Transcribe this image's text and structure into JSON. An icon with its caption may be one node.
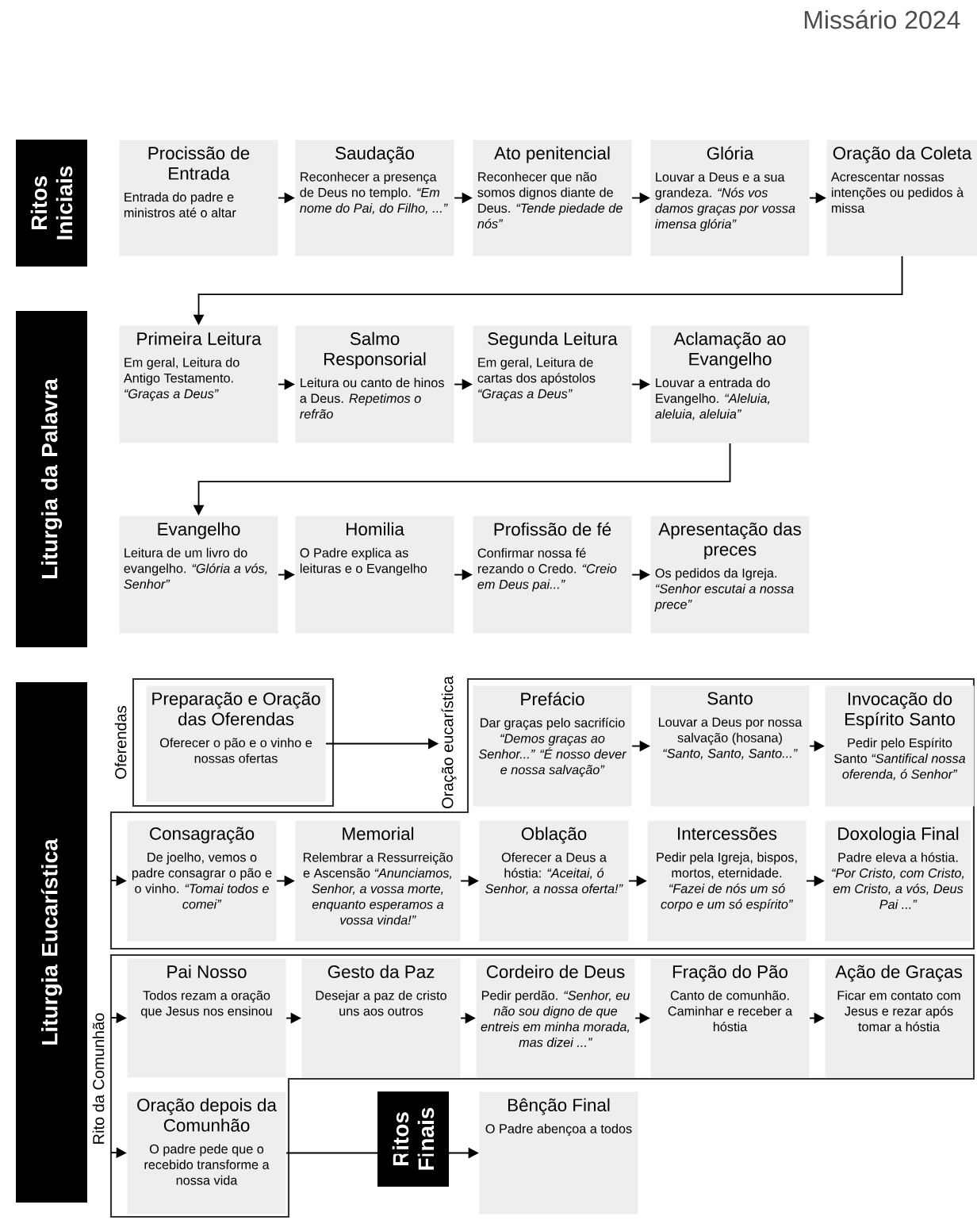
{
  "diagram": {
    "title": "Missário 2024",
    "nodes": [
      {
        "text": [
          "Ritos Iniciais"
        ]
      },
      {
        "text": [
          "Procissão de Entrada",
          "Entrada do padre e ministros até o altar"
        ]
      },
      {
        "text": [
          "Saudação",
          "Reconhecer a presença de Deus no templo. *“Em nome do Pai, do Filho, ...”*"
        ]
      },
      {
        "text": [
          "Ato penitencial",
          "Reconhecer que não somos dignos diante de Deus. *“Tende piedade de nós”*"
        ]
      },
      {
        "text": [
          "Glória",
          "Louvar a Deus e a sua grandeza. *“Nós vos damos graças por vossa imensa glória”*"
        ]
      },
      {
        "text": [
          "Oração da Coleta",
          "Acrescentar nossas intenções ou pedidos à missa"
        ]
      },
      {
        "text": [
          "Liturgia da Palavra"
        ]
      },
      {
        "text": [
          "Primeira Leitura",
          "Em geral, Leitura do Antigo Testamento. *“Graças a Deus”*"
        ]
      },
      {
        "text": [
          "Salmo Responsorial",
          "Leitura ou canto de hinos a Deus. *Repetimos o refrão*"
        ]
      },
      {
        "text": [
          "Segunda Leitura",
          "Em geral, Leitura de cartas dos apóstolos *“Graças a Deus”*"
        ]
      },
      {
        "text": [
          "Aclamação ao Evangelho",
          "Louvar a entrada do Evangelho. *“Aleluia, aleluia, aleluia”*"
        ]
      },
      {
        "text": [
          "Evangelho",
          "Leitura de um livro do evangelho. *“Glória a vós, Senhor”*"
        ]
      },
      {
        "text": [
          "Homilia",
          "O Padre explica as leituras e o Evangelho"
        ]
      },
      {
        "text": [
          "Profissão de fé",
          "Confirmar nossa fé rezando o Credo. *“Creio em Deus pai...”*"
        ]
      },
      {
        "text": [
          "Apresentação das preces",
          "Os pedidos da Igreja. *“Senhor escutai a nossa prece”*"
        ]
      },
      {
        "text": [
          "Liturgia Eucarística"
        ]
      },
      {
        "text": [
          "Oferendas"
        ]
      },
      {
        "text": [
          "Preparação e Oração das Oferendas",
          "Oferecer o pão e o vinho e nossas ofertas"
        ],
        "in": 16
      },
      {
        "text": [
          "Oração eucarística"
        ]
      },
      {
        "text": [
          "Prefácio",
          "Dar graças pelo sacrifício *“Demos graças ao Senhor...” “É nosso dever e nossa salvação”*"
        ],
        "in": 18
      },
      {
        "text": [
          "Santo",
          "Louvar a Deus por nossa salvação (hosana) *“Santo, Santo, Santo...”*"
        ],
        "in": 18
      },
      {
        "text": [
          "Invocação do Espírito Santo",
          "Pedir pelo Espírito Santo *“Santifical nossa oferenda, ó Senhor”*"
        ],
        "in": 18
      },
      {
        "text": [
          "Consagração",
          "De joelho, vemos o padre consagrar o pão e o vinho. *“Tomai todos e comei”*"
        ],
        "in": 18
      },
      {
        "text": [
          "Memorial",
          "Relembrar a Ressurreição e Ascensão *“Anunciamos, Senhor, a vossa morte, enquanto esperamos a vossa vinda!”*"
        ],
        "in": 18
      },
      {
        "text": [
          "Oblação",
          "Oferecer a Deus a hóstia: *“Aceitai, ó Senhor, a nossa oferta!”*"
        ],
        "in": 18
      },
      {
        "text": [
          "Intercessões",
          "Pedir pela Igreja, bispos, mortos, eternidade. *“Fazei de nós um só corpo e um só espírito”*"
        ],
        "in": 18
      },
      {
        "text": [
          "Doxologia Final",
          "Padre eleva a hóstia. *“Por Cristo, com Cristo, em Cristo, a vós, Deus Pai ...”*"
        ],
        "in": 18
      },
      {
        "text": [
          "Rito da Comunhão"
        ]
      },
      {
        "text": [
          "Pai Nosso",
          "Todos rezam a oração que Jesus nos ensinou"
        ],
        "in": 27
      },
      {
        "text": [
          "Gesto da Paz",
          "Desejar a paz de cristo uns aos outros"
        ],
        "in": 27
      },
      {
        "text": [
          "Cordeiro de Deus",
          "Pedir perdão. *“Senhor, eu não sou digno de que entreis em minha morada, mas dizei ...”*"
        ],
        "in": 27
      },
      {
        "text": [
          "Fração do Pão",
          "Canto de comunhão. Caminhar e receber a hóstia"
        ],
        "in": 27
      },
      {
        "text": [
          "Ação de Graças",
          "Ficar em contato com Jesus e rezar após tomar a hóstia"
        ],
        "in": 27
      },
      {
        "text": [
          "Oração depois da Comunhão",
          "O padre pede que o recebido transforme a nossa vida"
        ],
        "in": 27
      },
      {
        "text": [
          "Ritos Finais"
        ]
      },
      {
        "text": [
          "Bênção Final",
          "O Padre abençoa a todos"
        ]
      }
    ],
    "edges": [
      {
        "from": 1,
        "to": 2,
        "arrow": "to"
      },
      {
        "from": 2,
        "to": 3,
        "arrow": "to"
      },
      {
        "from": 3,
        "to": 4,
        "arrow": "to"
      },
      {
        "from": 4,
        "to": 5,
        "arrow": "to"
      },
      {
        "from": 5,
        "to": 7,
        "arrow": "to"
      },
      {
        "from": 7,
        "to": 8,
        "arrow": "to"
      },
      {
        "from": 8,
        "to": 9,
        "arrow": "to"
      },
      {
        "from": 9,
        "to": 10,
        "arrow": "to"
      },
      {
        "from": 10,
        "to": 11,
        "arrow": "to"
      },
      {
        "from": 11,
        "to": 12,
        "arrow": "to"
      },
      {
        "from": 12,
        "to": 13,
        "arrow": "to"
      },
      {
        "from": 13,
        "to": 14,
        "arrow": "to"
      },
      {
        "from": 17,
        "to": 18,
        "arrow": "to"
      },
      {
        "from": 19,
        "to": 20,
        "arrow": "to"
      },
      {
        "from": 20,
        "to": 21,
        "arrow": "to"
      },
      {
        "from": null,
        "to": 22,
        "arrow": "to"
      },
      {
        "from": 22,
        "to": 23,
        "arrow": "to"
      },
      {
        "from": 23,
        "to": 24,
        "arrow": "to"
      },
      {
        "from": 24,
        "to": 25,
        "arrow": "to"
      },
      {
        "from": 25,
        "to": 26,
        "arrow": "to"
      },
      {
        "from": null,
        "to": 28,
        "arrow": "to"
      },
      {
        "from": 28,
        "to": 29,
        "arrow": "to"
      },
      {
        "from": 29,
        "to": 30,
        "arrow": "to"
      },
      {
        "from": 30,
        "to": 31,
        "arrow": "to"
      },
      {
        "from": 31,
        "to": 32,
        "arrow": "to"
      },
      {
        "from": null,
        "to": 33,
        "arrow": "to"
      },
      {
        "from": 33,
        "to": 34,
        "arrow": "none"
      },
      {
        "from": 34,
        "to": 35,
        "arrow": "to"
      }
    ]
  }
}
